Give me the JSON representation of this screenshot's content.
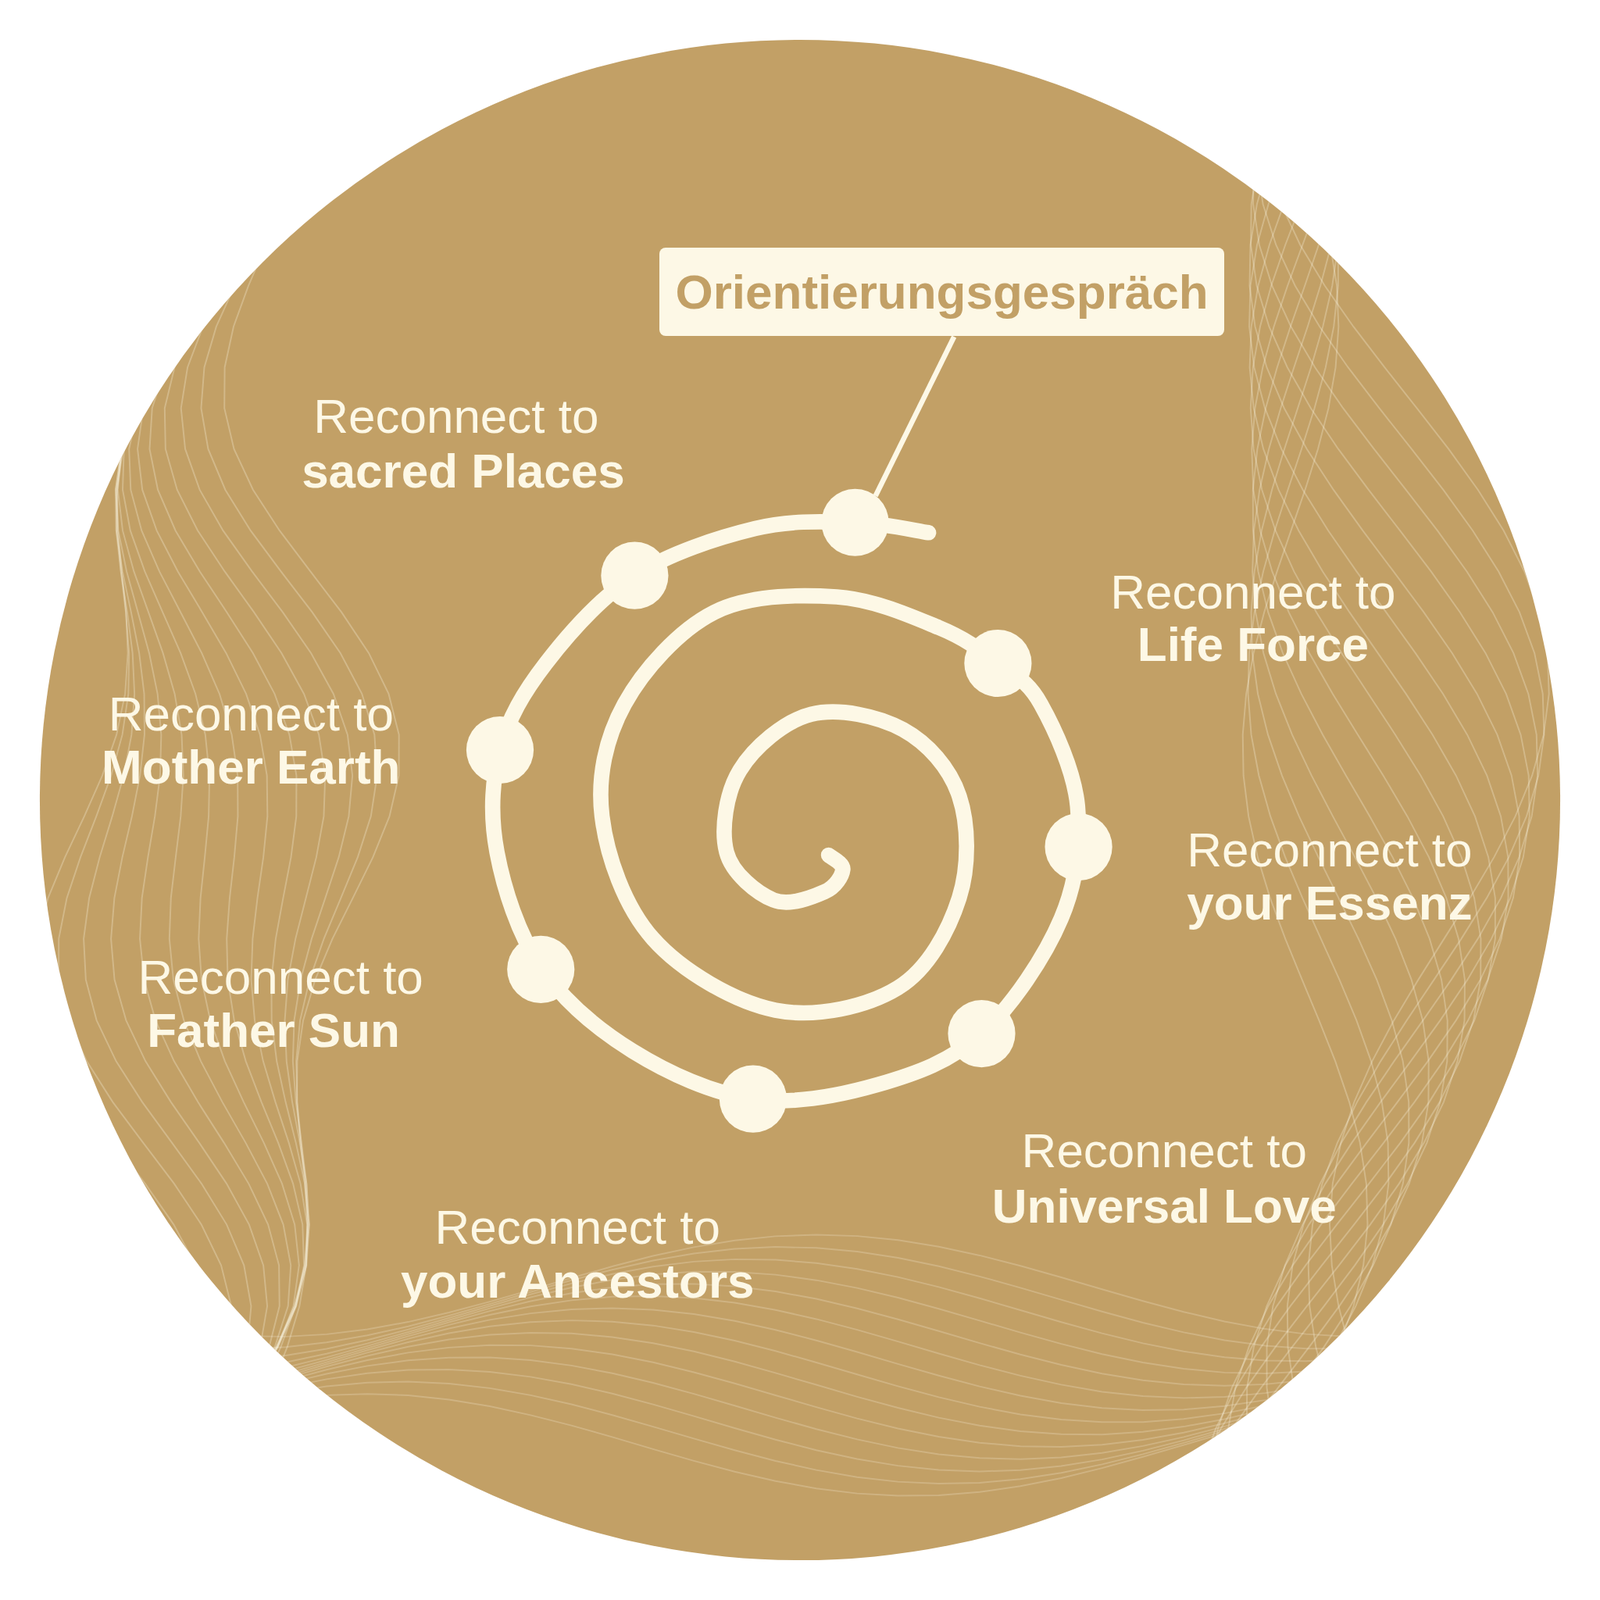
{
  "diagram": {
    "nodes": [
      {
        "text": [
          "Orientierungsgespräch"
        ]
      }
    ],
    "labels": [
      "Reconnect to",
      "sacred Places",
      "Reconnect to",
      "Life Force",
      "Reconnect to",
      "Mother Earth",
      "Reconnect to",
      "your Essenz",
      "Reconnect to",
      "Father Sun",
      "Reconnect to",
      "Universal Love",
      "Reconnect to",
      "your Ancestors"
    ]
  }
}
